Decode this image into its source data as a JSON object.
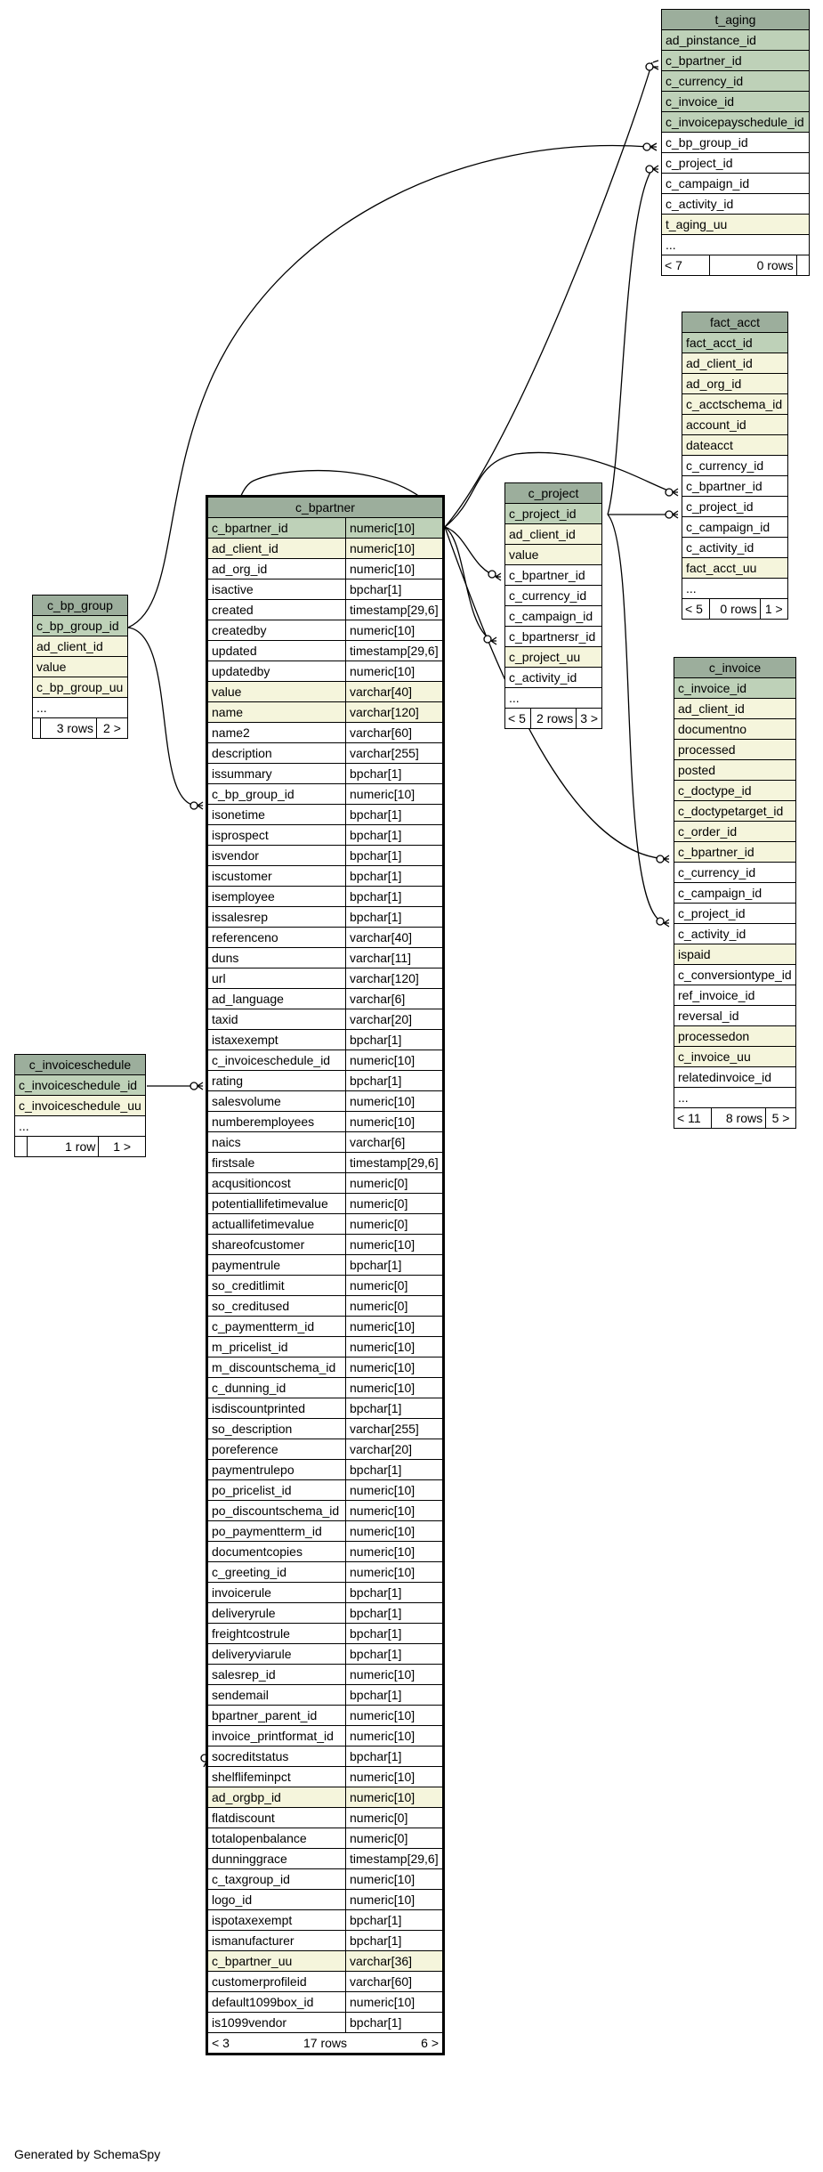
{
  "footer": "Generated by SchemaSpy",
  "colors": {
    "header": "#9cae9c",
    "primary_key": "#bed1b8",
    "indexed": "#f5f5dc",
    "plain": "#ffffff"
  },
  "tables": {
    "t_aging": {
      "title": "t_aging",
      "columns": [
        {
          "name": "ad_pinstance_id",
          "kind": "pk"
        },
        {
          "name": "c_bpartner_id",
          "kind": "pk"
        },
        {
          "name": "c_currency_id",
          "kind": "pk"
        },
        {
          "name": "c_invoice_id",
          "kind": "pk"
        },
        {
          "name": "c_invoicepayschedule_id",
          "kind": "pk"
        },
        {
          "name": "c_bp_group_id",
          "kind": "plain"
        },
        {
          "name": "c_project_id",
          "kind": "plain"
        },
        {
          "name": "c_campaign_id",
          "kind": "plain"
        },
        {
          "name": "c_activity_id",
          "kind": "plain"
        },
        {
          "name": "t_aging_uu",
          "kind": "ix"
        },
        {
          "name": "...",
          "kind": "plain"
        }
      ],
      "footer": {
        "left": "< 7",
        "mid": "0 rows",
        "right": ""
      }
    },
    "fact_acct": {
      "title": "fact_acct",
      "columns": [
        {
          "name": "fact_acct_id",
          "kind": "pk"
        },
        {
          "name": "ad_client_id",
          "kind": "ix"
        },
        {
          "name": "ad_org_id",
          "kind": "ix"
        },
        {
          "name": "c_acctschema_id",
          "kind": "ix"
        },
        {
          "name": "account_id",
          "kind": "ix"
        },
        {
          "name": "dateacct",
          "kind": "ix"
        },
        {
          "name": "c_currency_id",
          "kind": "plain"
        },
        {
          "name": "c_bpartner_id",
          "kind": "plain"
        },
        {
          "name": "c_project_id",
          "kind": "plain"
        },
        {
          "name": "c_campaign_id",
          "kind": "plain"
        },
        {
          "name": "c_activity_id",
          "kind": "plain"
        },
        {
          "name": "fact_acct_uu",
          "kind": "ix"
        },
        {
          "name": "...",
          "kind": "plain"
        }
      ],
      "footer": {
        "left": "< 5",
        "mid": "0 rows",
        "right": "1 >"
      }
    },
    "c_project": {
      "title": "c_project",
      "columns": [
        {
          "name": "c_project_id",
          "kind": "pk"
        },
        {
          "name": "ad_client_id",
          "kind": "ix"
        },
        {
          "name": "value",
          "kind": "ix"
        },
        {
          "name": "c_bpartner_id",
          "kind": "plain"
        },
        {
          "name": "c_currency_id",
          "kind": "plain"
        },
        {
          "name": "c_campaign_id",
          "kind": "plain"
        },
        {
          "name": "c_bpartnersr_id",
          "kind": "plain"
        },
        {
          "name": "c_project_uu",
          "kind": "ix"
        },
        {
          "name": "c_activity_id",
          "kind": "plain"
        },
        {
          "name": "...",
          "kind": "plain"
        }
      ],
      "footer": {
        "left": "< 5",
        "mid": "2 rows",
        "right": "3 >"
      }
    },
    "c_invoice": {
      "title": "c_invoice",
      "columns": [
        {
          "name": "c_invoice_id",
          "kind": "pk"
        },
        {
          "name": "ad_client_id",
          "kind": "ix"
        },
        {
          "name": "documentno",
          "kind": "ix"
        },
        {
          "name": "processed",
          "kind": "ix"
        },
        {
          "name": "posted",
          "kind": "ix"
        },
        {
          "name": "c_doctype_id",
          "kind": "ix"
        },
        {
          "name": "c_doctypetarget_id",
          "kind": "ix"
        },
        {
          "name": "c_order_id",
          "kind": "ix"
        },
        {
          "name": "c_bpartner_id",
          "kind": "ix"
        },
        {
          "name": "c_currency_id",
          "kind": "plain"
        },
        {
          "name": "c_campaign_id",
          "kind": "plain"
        },
        {
          "name": "c_project_id",
          "kind": "plain"
        },
        {
          "name": "c_activity_id",
          "kind": "plain"
        },
        {
          "name": "ispaid",
          "kind": "ix"
        },
        {
          "name": "c_conversiontype_id",
          "kind": "plain"
        },
        {
          "name": "ref_invoice_id",
          "kind": "plain"
        },
        {
          "name": "reversal_id",
          "kind": "plain"
        },
        {
          "name": "processedon",
          "kind": "ix"
        },
        {
          "name": "c_invoice_uu",
          "kind": "ix"
        },
        {
          "name": "relatedinvoice_id",
          "kind": "plain"
        },
        {
          "name": "...",
          "kind": "plain"
        }
      ],
      "footer": {
        "left": "< 11",
        "mid": "8 rows",
        "right": "5 >"
      }
    },
    "c_bp_group": {
      "title": "c_bp_group",
      "columns": [
        {
          "name": "c_bp_group_id",
          "kind": "pk"
        },
        {
          "name": "ad_client_id",
          "kind": "ix"
        },
        {
          "name": "value",
          "kind": "ix"
        },
        {
          "name": "c_bp_group_uu",
          "kind": "ix"
        },
        {
          "name": "...",
          "kind": "plain"
        }
      ],
      "footer": {
        "left": "",
        "mid": "3 rows",
        "right": "2 >"
      }
    },
    "c_invoiceschedule": {
      "title": "c_invoiceschedule",
      "columns": [
        {
          "name": "c_invoiceschedule_id",
          "kind": "pk"
        },
        {
          "name": "c_invoiceschedule_uu",
          "kind": "ix"
        },
        {
          "name": "...",
          "kind": "plain"
        }
      ],
      "footer": {
        "left": "",
        "mid": "1 row",
        "right": "1 >"
      }
    },
    "c_bpartner": {
      "title": "c_bpartner",
      "columns": [
        {
          "name": "c_bpartner_id",
          "type": "numeric[10]",
          "kind": "pk"
        },
        {
          "name": "ad_client_id",
          "type": "numeric[10]",
          "kind": "ix"
        },
        {
          "name": "ad_org_id",
          "type": "numeric[10]",
          "kind": "plain"
        },
        {
          "name": "isactive",
          "type": "bpchar[1]",
          "kind": "plain"
        },
        {
          "name": "created",
          "type": "timestamp[29,6]",
          "kind": "plain"
        },
        {
          "name": "createdby",
          "type": "numeric[10]",
          "kind": "plain"
        },
        {
          "name": "updated",
          "type": "timestamp[29,6]",
          "kind": "plain"
        },
        {
          "name": "updatedby",
          "type": "numeric[10]",
          "kind": "plain"
        },
        {
          "name": "value",
          "type": "varchar[40]",
          "kind": "ix"
        },
        {
          "name": "name",
          "type": "varchar[120]",
          "kind": "ix"
        },
        {
          "name": "name2",
          "type": "varchar[60]",
          "kind": "plain"
        },
        {
          "name": "description",
          "type": "varchar[255]",
          "kind": "plain"
        },
        {
          "name": "issummary",
          "type": "bpchar[1]",
          "kind": "plain"
        },
        {
          "name": "c_bp_group_id",
          "type": "numeric[10]",
          "kind": "plain"
        },
        {
          "name": "isonetime",
          "type": "bpchar[1]",
          "kind": "plain"
        },
        {
          "name": "isprospect",
          "type": "bpchar[1]",
          "kind": "plain"
        },
        {
          "name": "isvendor",
          "type": "bpchar[1]",
          "kind": "plain"
        },
        {
          "name": "iscustomer",
          "type": "bpchar[1]",
          "kind": "plain"
        },
        {
          "name": "isemployee",
          "type": "bpchar[1]",
          "kind": "plain"
        },
        {
          "name": "issalesrep",
          "type": "bpchar[1]",
          "kind": "plain"
        },
        {
          "name": "referenceno",
          "type": "varchar[40]",
          "kind": "plain"
        },
        {
          "name": "duns",
          "type": "varchar[11]",
          "kind": "plain"
        },
        {
          "name": "url",
          "type": "varchar[120]",
          "kind": "plain"
        },
        {
          "name": "ad_language",
          "type": "varchar[6]",
          "kind": "plain"
        },
        {
          "name": "taxid",
          "type": "varchar[20]",
          "kind": "plain"
        },
        {
          "name": "istaxexempt",
          "type": "bpchar[1]",
          "kind": "plain"
        },
        {
          "name": "c_invoiceschedule_id",
          "type": "numeric[10]",
          "kind": "plain"
        },
        {
          "name": "rating",
          "type": "bpchar[1]",
          "kind": "plain"
        },
        {
          "name": "salesvolume",
          "type": "numeric[10]",
          "kind": "plain"
        },
        {
          "name": "numberemployees",
          "type": "numeric[10]",
          "kind": "plain"
        },
        {
          "name": "naics",
          "type": "varchar[6]",
          "kind": "plain"
        },
        {
          "name": "firstsale",
          "type": "timestamp[29,6]",
          "kind": "plain"
        },
        {
          "name": "acqusitioncost",
          "type": "numeric[0]",
          "kind": "plain"
        },
        {
          "name": "potentiallifetimevalue",
          "type": "numeric[0]",
          "kind": "plain"
        },
        {
          "name": "actuallifetimevalue",
          "type": "numeric[0]",
          "kind": "plain"
        },
        {
          "name": "shareofcustomer",
          "type": "numeric[10]",
          "kind": "plain"
        },
        {
          "name": "paymentrule",
          "type": "bpchar[1]",
          "kind": "plain"
        },
        {
          "name": "so_creditlimit",
          "type": "numeric[0]",
          "kind": "plain"
        },
        {
          "name": "so_creditused",
          "type": "numeric[0]",
          "kind": "plain"
        },
        {
          "name": "c_paymentterm_id",
          "type": "numeric[10]",
          "kind": "plain"
        },
        {
          "name": "m_pricelist_id",
          "type": "numeric[10]",
          "kind": "plain"
        },
        {
          "name": "m_discountschema_id",
          "type": "numeric[10]",
          "kind": "plain"
        },
        {
          "name": "c_dunning_id",
          "type": "numeric[10]",
          "kind": "plain"
        },
        {
          "name": "isdiscountprinted",
          "type": "bpchar[1]",
          "kind": "plain"
        },
        {
          "name": "so_description",
          "type": "varchar[255]",
          "kind": "plain"
        },
        {
          "name": "poreference",
          "type": "varchar[20]",
          "kind": "plain"
        },
        {
          "name": "paymentrulepo",
          "type": "bpchar[1]",
          "kind": "plain"
        },
        {
          "name": "po_pricelist_id",
          "type": "numeric[10]",
          "kind": "plain"
        },
        {
          "name": "po_discountschema_id",
          "type": "numeric[10]",
          "kind": "plain"
        },
        {
          "name": "po_paymentterm_id",
          "type": "numeric[10]",
          "kind": "plain"
        },
        {
          "name": "documentcopies",
          "type": "numeric[10]",
          "kind": "plain"
        },
        {
          "name": "c_greeting_id",
          "type": "numeric[10]",
          "kind": "plain"
        },
        {
          "name": "invoicerule",
          "type": "bpchar[1]",
          "kind": "plain"
        },
        {
          "name": "deliveryrule",
          "type": "bpchar[1]",
          "kind": "plain"
        },
        {
          "name": "freightcostrule",
          "type": "bpchar[1]",
          "kind": "plain"
        },
        {
          "name": "deliveryviarule",
          "type": "bpchar[1]",
          "kind": "plain"
        },
        {
          "name": "salesrep_id",
          "type": "numeric[10]",
          "kind": "plain"
        },
        {
          "name": "sendemail",
          "type": "bpchar[1]",
          "kind": "plain"
        },
        {
          "name": "bpartner_parent_id",
          "type": "numeric[10]",
          "kind": "plain"
        },
        {
          "name": "invoice_printformat_id",
          "type": "numeric[10]",
          "kind": "plain"
        },
        {
          "name": "socreditstatus",
          "type": "bpchar[1]",
          "kind": "plain"
        },
        {
          "name": "shelflifeminpct",
          "type": "numeric[10]",
          "kind": "plain"
        },
        {
          "name": "ad_orgbp_id",
          "type": "numeric[10]",
          "kind": "ix"
        },
        {
          "name": "flatdiscount",
          "type": "numeric[0]",
          "kind": "plain"
        },
        {
          "name": "totalopenbalance",
          "type": "numeric[0]",
          "kind": "plain"
        },
        {
          "name": "dunninggrace",
          "type": "timestamp[29,6]",
          "kind": "plain"
        },
        {
          "name": "c_taxgroup_id",
          "type": "numeric[10]",
          "kind": "plain"
        },
        {
          "name": "logo_id",
          "type": "numeric[10]",
          "kind": "plain"
        },
        {
          "name": "ispotaxexempt",
          "type": "bpchar[1]",
          "kind": "plain"
        },
        {
          "name": "ismanufacturer",
          "type": "bpchar[1]",
          "kind": "plain"
        },
        {
          "name": "c_bpartner_uu",
          "type": "varchar[36]",
          "kind": "ix"
        },
        {
          "name": "customerprofileid",
          "type": "varchar[60]",
          "kind": "plain"
        },
        {
          "name": "default1099box_id",
          "type": "numeric[10]",
          "kind": "plain"
        },
        {
          "name": "is1099vendor",
          "type": "bpchar[1]",
          "kind": "plain"
        }
      ],
      "footer": {
        "left": "< 3",
        "mid": "17 rows",
        "right": "6 >"
      }
    }
  }
}
